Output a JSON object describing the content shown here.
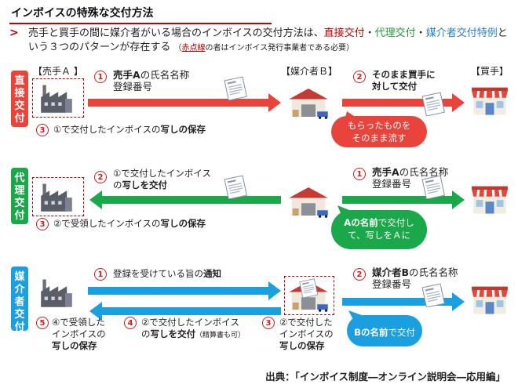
{
  "header": {
    "title": "インボイスの特殊な交付方法",
    "lead_mark": ">",
    "lead_1": "売手と買手の間に媒介者がいる場合のインボイスの交付方法は、",
    "lead_direct": "直接交付",
    "lead_sep": "・",
    "lead_agent": "代理交付",
    "lead_sep2": "・",
    "lead_broker": "媒介者交付特例",
    "lead_2": "という３つのパターンが存在する",
    "note_open": "（",
    "note_red": "赤点線",
    "note_rest": "の者はインボイス発行事業者である必要）"
  },
  "parties": {
    "seller": "【売手Ａ 】",
    "broker": "【媒介者Ｂ】",
    "buyer": "【買手】"
  },
  "rows": {
    "direct": {
      "label": "直接交付",
      "s1_num": "1",
      "s1_title_bold": "売手A",
      "s1_title": "の氏名名称",
      "s1_sub": "登録番号",
      "s2_num": "2",
      "s2_line1": "そのまま買手に",
      "s2_line2": "対して交付",
      "s3_num": "3",
      "s3_text_a": "①で交付したインボイスの",
      "s3_text_b": "写しの保存",
      "bubble_1": "もらったものを",
      "bubble_2": "そのまま流す",
      "bubble_color": "#e8443b"
    },
    "agent": {
      "label": "代理交付",
      "s2_num": "2",
      "s2_line1": "①で交付したインボイス",
      "s2_line2_a": "の",
      "s2_line2_b": "写しを交付",
      "s1_num": "1",
      "s1_title_bold": "売手A",
      "s1_title": "の氏名名称",
      "s1_sub": "登録番号",
      "s3_num": "3",
      "s3_text_a": "②で受領したインボイスの",
      "s3_text_b": "写しの保存",
      "bubble_1_bold": "Aの名前",
      "bubble_1": "で交付し",
      "bubble_2": "て、写しをＡに",
      "bubble_color": "#1ba84a"
    },
    "broker": {
      "label": "媒介者交付",
      "s1_num": "1",
      "s1_text_a": "登録を受けている旨の",
      "s1_text_b": "通知",
      "s2_num": "2",
      "s2_title_bold": "媒介者B",
      "s2_title": "の氏名名称",
      "s2_sub": "登録番号",
      "s5_num": "5",
      "s5_line1": "④で受領した",
      "s5_line2": "インボイスの",
      "s5_line3": "写しの保存",
      "s4_num": "4",
      "s4_line1": "②で交付したインボイス",
      "s4_line2_a": "の",
      "s4_line2_b": "写しを交付",
      "s4_note": "（精算書も可）",
      "s3_num": "3",
      "s3_line1": "②で交付した",
      "s3_line2": "インボイスの",
      "s3_line3": "写しの保存",
      "bubble_1_bold": "Bの名前",
      "bubble_1": "で交付",
      "bubble_color": "#1aa0e0"
    }
  },
  "colors": {
    "red": "#e8443b",
    "green": "#1ba84a",
    "blue": "#1aa0e0",
    "accent": "#c00000"
  },
  "source": "出典：「インボイス制度―オンライン説明会―応用編」"
}
